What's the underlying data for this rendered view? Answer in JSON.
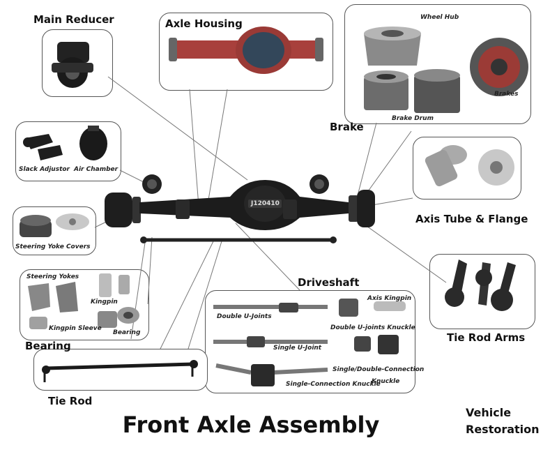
{
  "title": "Front Axle Assembly",
  "brand": {
    "line1": "Vehicle",
    "line2": "Restoration"
  },
  "labels": {
    "main_reducer": "Main Reducer",
    "axle_housing": "Axle Housing",
    "brake": "Brake",
    "axis_tube_flange": "Axis Tube & Flange",
    "tie_rod_arms": "Tie Rod Arms",
    "driveshaft": "Driveshaft",
    "bearing": "Bearing",
    "tie_rod": "Tie Rod"
  },
  "sublabels": {
    "wheel_hub": "Wheel Hub",
    "brakes": "Brakes",
    "brake_drum": "Brake Drum",
    "slack_adjustor": "Slack Adjustor",
    "air_chamber": "Air Chamber",
    "steering_yoke_covers": "Steering Yoke Covers",
    "steering_yokes": "Steering Yokes",
    "kingpin": "Kingpin",
    "kingpin_sleeve": "Kingpin Sleeve",
    "bearing_small": "Bearing",
    "double_u_joints": "Double U-Joints",
    "axis_kingpin": "Axis Kingpin",
    "double_u_joints_knuckle": "Double U-joints Knuckle",
    "single_u_joint": "Single U-Joint",
    "single_double_connection": "Single/Double-Connection",
    "knuckle": "Knuckle",
    "single_connection_knuckle": "Single-Connection Knuckle"
  },
  "axle_marking": "J120410"
}
